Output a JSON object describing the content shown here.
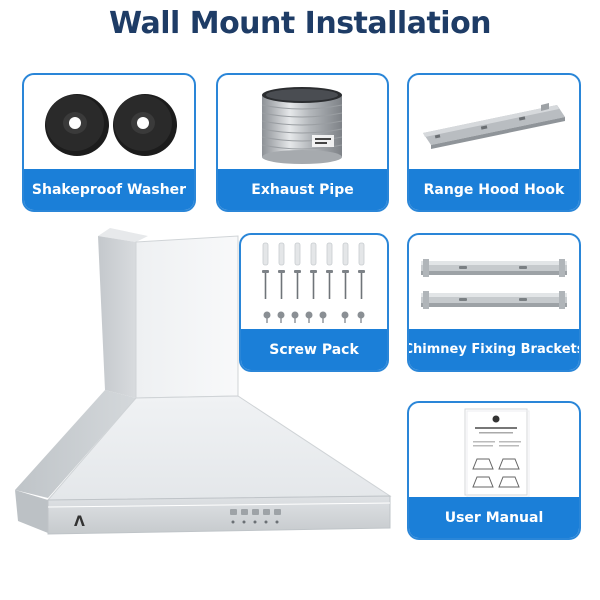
{
  "title": "Wall Mount Installation",
  "items": {
    "washer": {
      "label": "Shakeproof Washer",
      "icon": "rubber-washer"
    },
    "pipe": {
      "label": "Exhaust Pipe",
      "icon": "foil-duct"
    },
    "hook": {
      "label": "Range Hood Hook",
      "icon": "wall-bracket"
    },
    "screws": {
      "label": "Screw Pack",
      "icon": "screws-and-anchors"
    },
    "brackets": {
      "label": "Chimney Fixing Brackets",
      "icon": "metal-brackets"
    },
    "manual": {
      "label": "User Manual",
      "icon": "booklet"
    }
  },
  "product": {
    "icon": "wall-mount-range-hood"
  },
  "colors": {
    "title": "#1e3c66",
    "accent": "#1b7fd8",
    "card_border": "#2a86d8",
    "steel": "#d9dcdf"
  }
}
